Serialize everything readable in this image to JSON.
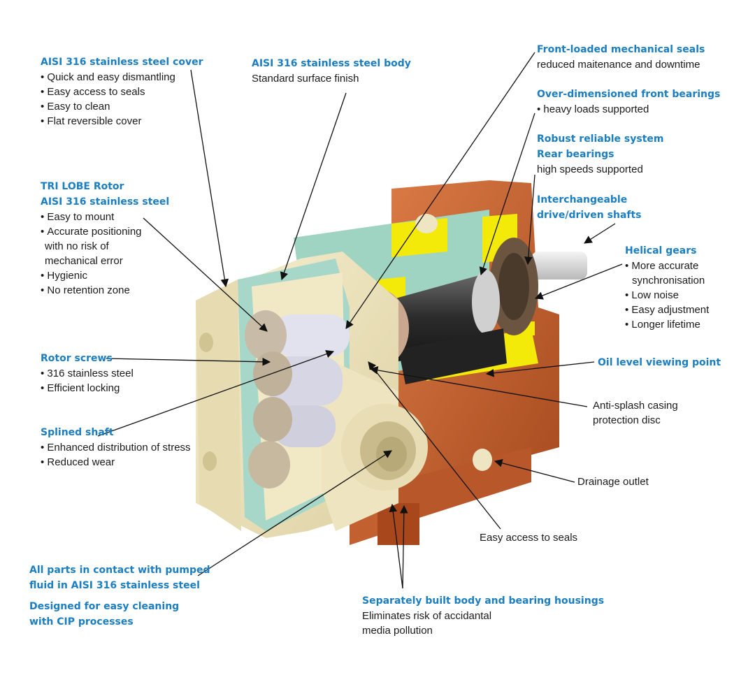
{
  "colors": {
    "heading": "#1b7ec2",
    "stainless": "#efe6c2",
    "housing": "#c4632f",
    "seal_yellow": "#f3ea0a",
    "teal": "#a8d8c8"
  },
  "callouts": {
    "cover": {
      "title": "AISI 316 stainless steel cover",
      "items": [
        "Quick and easy dismantling",
        "Easy access to seals",
        "Easy to clean",
        "Flat reversible cover"
      ]
    },
    "body": {
      "title": "AISI 316 stainless steel body",
      "text": "Standard surface finish"
    },
    "mech_seals": {
      "title": "Front-loaded mechanical seals",
      "text": "reduced maitenance and downtime"
    },
    "front_bearings": {
      "title": "Over-dimensioned front bearings",
      "items": [
        "heavy loads supported"
      ]
    },
    "rear_bearings": {
      "title_1": "Robust reliable system",
      "title_2": "Rear bearings",
      "text": "high speeds supported"
    },
    "shafts": {
      "title_1": "Interchangeable",
      "title_2": "drive/driven shafts"
    },
    "rotor": {
      "title_1": "TRI LOBE Rotor",
      "title_2": "AISI 316 stainless steel",
      "items": [
        "Easy to mount",
        "Accurate positioning",
        "with no risk of",
        "mechanical error",
        "Hygienic",
        "No retention zone"
      ]
    },
    "gears": {
      "title": "Helical gears",
      "items": [
        "More accurate",
        "synchronisation",
        "Low noise",
        "Easy adjustment",
        "Longer lifetime"
      ]
    },
    "rotor_screws": {
      "title": "Rotor screws",
      "items": [
        "316 stainless steel",
        "Efficient locking"
      ]
    },
    "oil_level": {
      "title": "Oil level viewing point"
    },
    "anti_splash": {
      "line_1": "Anti-splash casing",
      "line_2": "protection disc"
    },
    "splined_shaft": {
      "title": "Splined shaft",
      "items": [
        "Enhanced distribution of stress",
        "Reduced wear"
      ]
    },
    "drainage": {
      "text": "Drainage outlet"
    },
    "easy_access": {
      "text": "Easy access to seals"
    },
    "pumped_fluid": {
      "title_1": "All parts in contact with pumped",
      "title_2": "fluid in AISI 316 stainless steel",
      "title_3": "Designed for easy cleaning",
      "title_4": "with CIP processes"
    },
    "separate_housing": {
      "title": "Separately built body and bearing housings",
      "line_1": "Eliminates risk of accidantal",
      "line_2": "media pollution"
    }
  }
}
